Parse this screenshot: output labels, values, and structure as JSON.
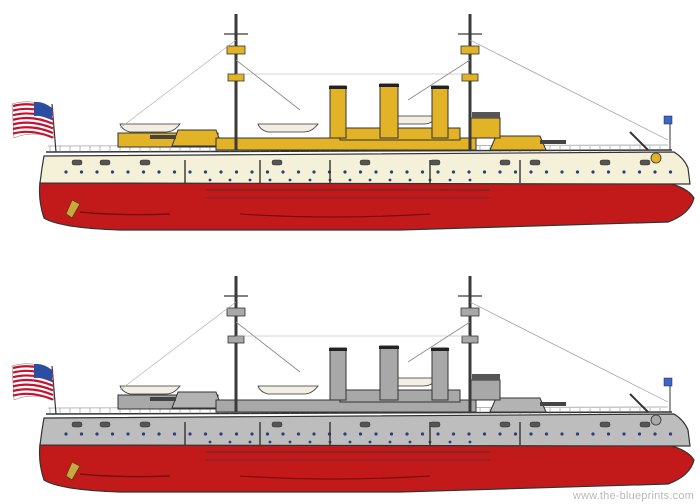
{
  "watermark": "www.the-blueprints.com",
  "ships": [
    {
      "id": "ship-upper",
      "livery": "white-and-buff",
      "colors": {
        "hull_upper": "#f5f1d8",
        "hull_lower": "#c21a1a",
        "superstructure": "#e2b227",
        "deck": "#e2b227",
        "trim": "#333333"
      }
    },
    {
      "id": "ship-lower",
      "livery": "grey",
      "colors": {
        "hull_upper": "#bdbdbd",
        "hull_lower": "#c21a1a",
        "superstructure": "#a8a8a8",
        "deck": "#b3b3b3",
        "trim": "#333333"
      }
    }
  ],
  "flag_colors": {
    "red": "#c8102e",
    "white": "#ffffff",
    "blue": "#2b4ea2",
    "jack": "#3a66c8"
  }
}
